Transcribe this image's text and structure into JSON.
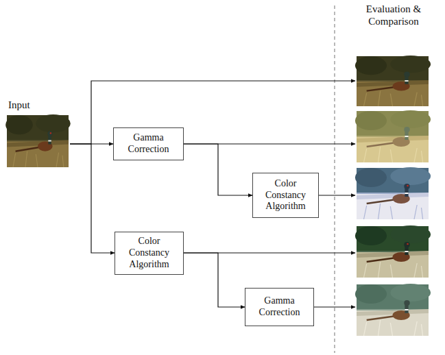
{
  "diagram": {
    "nodes": [
      {
        "text": [
          "Input"
        ]
      },
      {
        "text": [
          "Gamma Correction"
        ]
      },
      {
        "text": [
          "Color Constancy Algorithm"
        ]
      },
      {
        "text": [
          "Color Constancy Algorithm"
        ]
      },
      {
        "text": [
          "Gamma Correction"
        ]
      },
      {
        "text": [
          "Evaluation & Comparison"
        ]
      }
    ],
    "edges": [
      {
        "from": 0,
        "to": 5,
        "arrow": "to"
      },
      {
        "from": 0,
        "to": 1,
        "arrow": "to"
      },
      {
        "from": 0,
        "to": 3,
        "arrow": "to"
      },
      {
        "from": 1,
        "to": 5,
        "arrow": "to"
      },
      {
        "from": 1,
        "to": 2,
        "arrow": "to"
      },
      {
        "from": 2,
        "to": 5,
        "arrow": "to"
      },
      {
        "from": 3,
        "to": 5,
        "arrow": "to"
      },
      {
        "from": 3,
        "to": 4,
        "arrow": "to"
      },
      {
        "from": 4,
        "to": 5,
        "arrow": "to"
      }
    ]
  }
}
